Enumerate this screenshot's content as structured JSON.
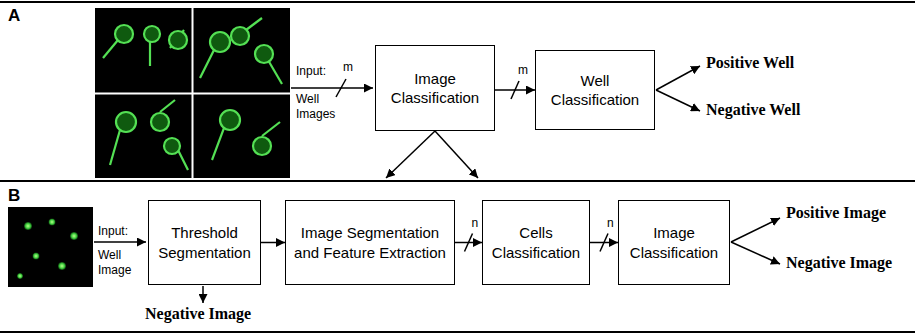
{
  "diagram": {
    "nodes": [
      {
        "text": [
          "Image Classification"
        ]
      },
      {
        "text": [
          "Well Classification"
        ]
      },
      {
        "text": [
          "Threshold Segmentation"
        ]
      },
      {
        "text": [
          "Image Segmentation and Feature Extraction"
        ]
      },
      {
        "text": [
          "Cells Classification"
        ]
      },
      {
        "text": [
          "Image Classification"
        ]
      }
    ],
    "edges": [
      {
        "from": 0,
        "to": 1,
        "label": "m",
        "arrow": "to"
      },
      {
        "from": 2,
        "to": 3,
        "arrow": "to"
      },
      {
        "from": 3,
        "to": 4,
        "label": "n",
        "arrow": "to"
      },
      {
        "from": 4,
        "to": 5,
        "label": "n",
        "arrow": "to"
      }
    ],
    "labels": [
      "A",
      "Input:",
      "Well Images",
      "m",
      "Positive Well",
      "Negative Well",
      "B",
      "Input:",
      "Well Image",
      "Negative Image",
      "Positive Image",
      "Negative Image"
    ]
  }
}
